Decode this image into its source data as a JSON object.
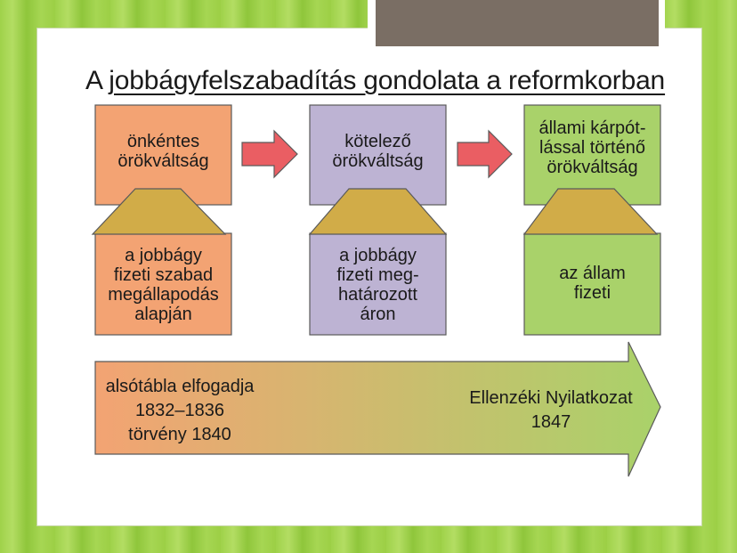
{
  "title": {
    "prefix": "A ",
    "underlined": "jobbágyfelszabadítás gondolata a reformkorban"
  },
  "colors": {
    "orange": "#f3a373",
    "purple": "#bdb3d3",
    "green": "#a9d26a",
    "olive": "#d1ac48",
    "arrow_red": "#ea5e63",
    "border": "#5a5a5a"
  },
  "columns": [
    {
      "top_lines": [
        "önkéntes",
        "örökváltság"
      ],
      "bottom_lines": [
        "a jobbágy",
        "fizeti szabad",
        "megállapodás",
        "alapján"
      ]
    },
    {
      "top_lines": [
        "kötelező",
        "örökváltság"
      ],
      "bottom_lines": [
        "a jobbágy",
        "fizeti meg-",
        "határozott",
        "áron"
      ]
    },
    {
      "top_lines": [
        "állami kárpót-",
        "lással történő",
        "örökváltság"
      ],
      "bottom_lines": [
        "az állam",
        "fizeti"
      ]
    }
  ],
  "timeline": {
    "left_lines": [
      "alsótábla elfogadja",
      "1832–1836",
      "törvény 1840"
    ],
    "right_lines": [
      "Ellenzéki Nyilatkozat",
      "1847"
    ]
  }
}
